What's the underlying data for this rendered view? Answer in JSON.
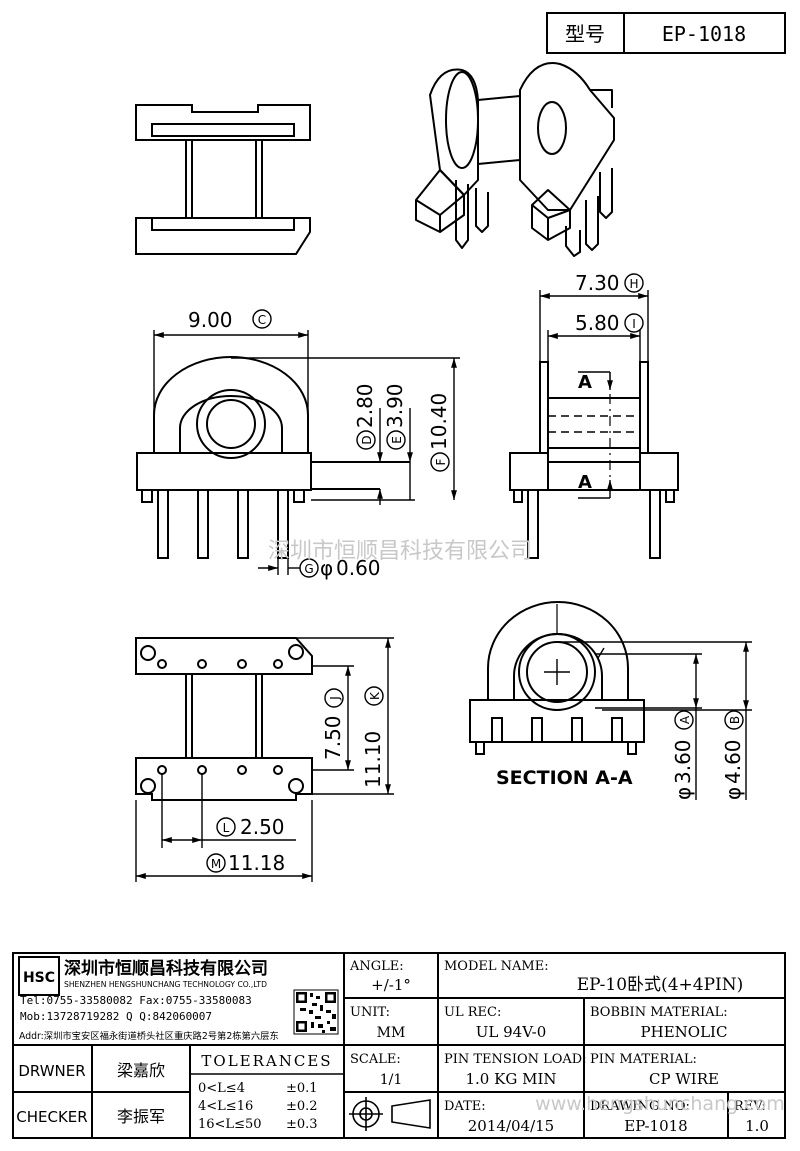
{
  "header": {
    "type_label": "型号",
    "model_code": "EP-1018"
  },
  "watermark": {
    "company_text": "深圳市恒顺昌科技有限公司",
    "website": "www.hengshunchang.com"
  },
  "dimensions": {
    "d9_00": "9.00",
    "d9_00_tag": "C",
    "d2_80": "2.80",
    "d2_80_tag": "D",
    "d3_90": "3.90",
    "d3_90_tag": "E",
    "d10_40": "10.40",
    "d10_40_tag": "F",
    "d0_60": "0.60",
    "d0_60_tag": "G",
    "d7_30": "7.30",
    "d7_30_tag": "H",
    "d5_80": "5.80",
    "d5_80_tag": "I",
    "d7_50": "7.50",
    "d7_50_tag": "J",
    "d11_10": "11.10",
    "d11_10_tag": "K",
    "d2_50": "2.50",
    "d2_50_tag": "L",
    "d11_18": "11.18",
    "d11_18_tag": "M",
    "d3_60": "3.60",
    "d3_60_tag": "A",
    "d4_60": "4.60",
    "d4_60_tag": "B",
    "section_mark": "A",
    "phi": "φ"
  },
  "section_label": "SECTION A-A",
  "title_block": {
    "logo_letters": "HSC",
    "company_cn": "深圳市恒顺昌科技有限公司",
    "company_en": "SHENZHEN HENGSHUNCHANG TECHNOLOGY CO.,LTD",
    "tel": "Tel:0755-33580082 Fax:0755-33580083",
    "mob": "Mob:13728719282    Q  Q:842060007",
    "addr": "Addr:深圳市宝安区福永街道桥头社区重庆路2号第2栋第六层东",
    "drawer_label": "DRWNER",
    "drawer_name": "梁嘉欣",
    "checker_label": "CHECKER",
    "checker_name": "李振军",
    "tolerances_title": "TOLERANCES",
    "tol_rows": [
      {
        "range": "0<L≤4",
        "value": "±0.1"
      },
      {
        "range": "4<L≤16",
        "value": "±0.2"
      },
      {
        "range": "16<L≤50",
        "value": "±0.3"
      }
    ],
    "angle_label": "ANGLE:",
    "angle_value": "+/-1°",
    "unit_label": "UNIT:",
    "unit_value": "MM",
    "scale_label": "SCALE:",
    "scale_value": "1/1",
    "model_name_label": "MODEL NAME:",
    "model_name_value": "EP-10卧式(4+4PIN)",
    "ul_label": "UL REC:",
    "ul_value": "UL 94V-0",
    "bobbin_label": "BOBBIN MATERIAL:",
    "bobbin_value": "PHENOLIC",
    "pin_tension_label": "PIN TENSION LOAD:",
    "pin_tension_value": "1.0 KG MIN",
    "pin_material_label": "PIN MATERIAL:",
    "pin_material_value": "CP WIRE",
    "date_label": "DATE:",
    "date_value": "2014/04/15",
    "drawing_no_label": "DRAWING NO:",
    "drawing_no_value": "EP-1018",
    "rev_label": "REV:",
    "rev_value": "1.0"
  }
}
